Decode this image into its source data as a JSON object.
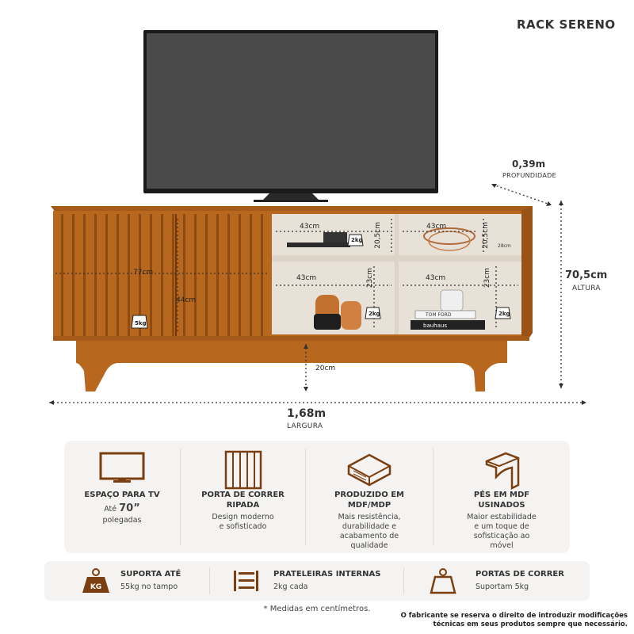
{
  "title": "RACK SERENO",
  "dimensions": {
    "depth_value": "0,39m",
    "depth_label": "PROFUNDIDADE",
    "height_value": "70,5cm",
    "height_label": "ALTURA",
    "width_value": "1,68m",
    "width_label": "LARGURA",
    "door_width": "77cm",
    "door_height": "44cm",
    "door_weight": "5kg",
    "leg_height": "20cm",
    "shelf_width_1": "43cm",
    "shelf_width_2": "43cm",
    "shelf_width_3": "43cm",
    "shelf_width_4": "43cm",
    "shelf_height_top_1": "20,5cm",
    "shelf_height_top_2": "20,5cm",
    "shelf_height_bottom_1": "23cm",
    "shelf_height_bottom_2": "23cm",
    "shelf_weight": "2kg",
    "side_depth": "28cm"
  },
  "props": {
    "book_top": "TOM FORD",
    "book_bottom": "bauhaus"
  },
  "features": [
    {
      "icon": "tv-icon",
      "title": "ESPAÇO PARA TV",
      "desc_prefix": "Até",
      "desc_strong": "70”",
      "desc_suffix": "polegadas"
    },
    {
      "icon": "slatted-door-icon",
      "title_1": "PORTA DE CORRER",
      "title_2": "RIPADA",
      "desc_1": "Design moderno",
      "desc_2": "e sofisticado"
    },
    {
      "icon": "mdf-board-icon",
      "title_1": "PRODUZIDO EM",
      "title_2": "MDF/MDP",
      "desc_1": "Mais resistência,",
      "desc_2": "durabilidade e",
      "desc_3": "acabamento de",
      "desc_4": "qualidade"
    },
    {
      "icon": "mdf-leg-icon",
      "title_1": "PÉS EM MDF",
      "title_2": "USINADOS",
      "desc_1": "Maior estabilidade",
      "desc_2": "e um toque de",
      "desc_3": "sofisticação ao",
      "desc_4": "móvel"
    }
  ],
  "bar": [
    {
      "icon": "weight-kg-icon",
      "kg": "KG",
      "title": "SUPORTA ATÉ",
      "desc": "55kg no tampo"
    },
    {
      "icon": "shelves-icon",
      "title": "PRATELEIRAS INTERNAS",
      "desc": "2kg cada"
    },
    {
      "icon": "weight-icon",
      "title": "PORTAS DE CORRER",
      "desc": "Suportam 5kg"
    }
  ],
  "note": "* Medidas em centímetros.",
  "disclaimer_1": "O fabricante se reserva o direito de introduzir modificações",
  "disclaimer_2": "técnicas em seus produtos sempre que necessário.",
  "colors": {
    "wood": "#b8671f",
    "wood_dark": "#8d4a12",
    "interior": "#e8e1d8",
    "tv": "#4a4a4a"
  }
}
